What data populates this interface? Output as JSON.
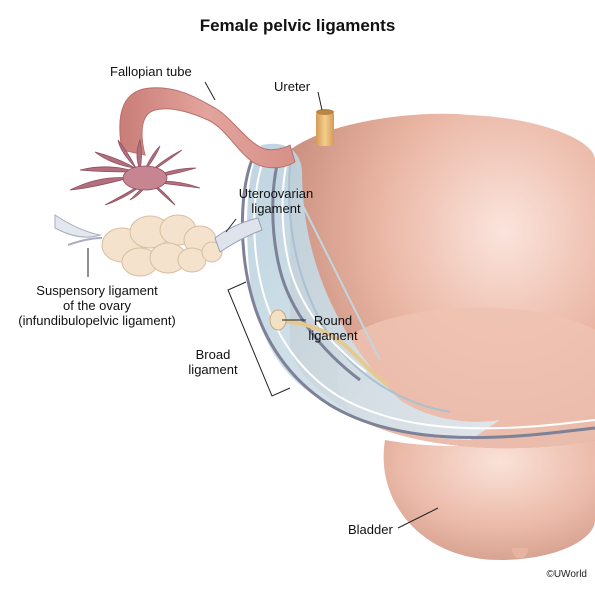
{
  "title": "Female pelvic ligaments",
  "labels": {
    "fallopian_tube": "Fallopian tube",
    "ureter": "Ureter",
    "uteroovarian_line1": "Uteroovarian",
    "uteroovarian_line2": "ligament",
    "suspensory_line1": "Suspensory ligament",
    "suspensory_line2": "of the ovary",
    "suspensory_line3": "(infundibulopelvic ligament)",
    "round_line1": "Round",
    "round_line2": "ligament",
    "broad_line1": "Broad",
    "broad_line2": "ligament",
    "bladder": "Bladder"
  },
  "credit": "©UWorld",
  "colors": {
    "uterus": "#eab6a4",
    "fallopian_tube": "#d48e88",
    "fimbriae": "#b7707e",
    "ovary": "#f4e2cc",
    "broad_ligament": "#c8dbe6",
    "ureter": "#e6b872",
    "peritoneum_line": "#8a8fa6"
  }
}
